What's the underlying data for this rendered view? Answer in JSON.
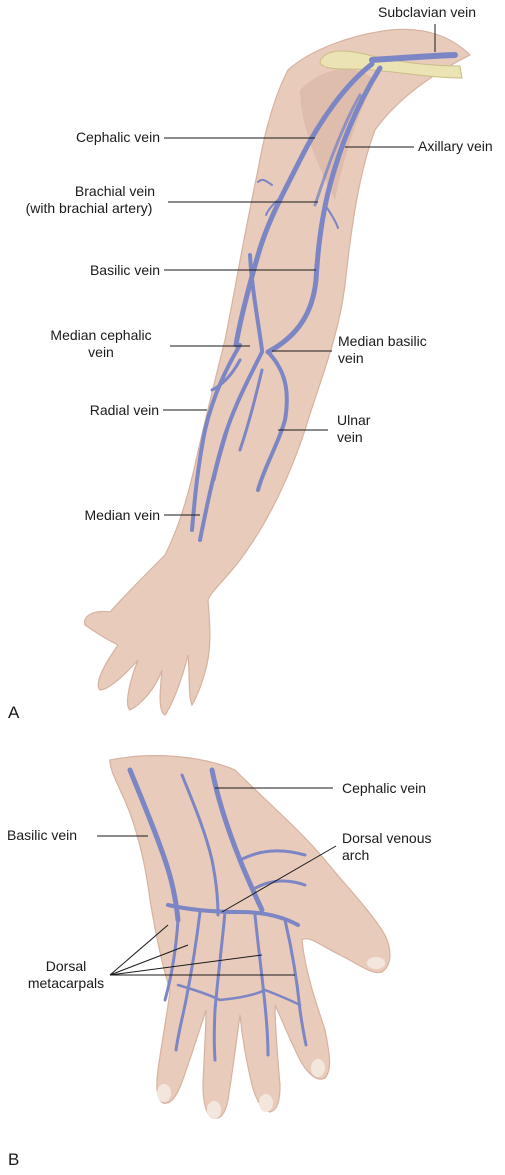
{
  "colors": {
    "skin": "#e8cbbb",
    "skin_shadow": "#d6b2a0",
    "vein": "#7c86c4",
    "vein_dark": "#5a63a8",
    "bone": "#ece3b4",
    "line": "#1a1a1a"
  },
  "panel_a": {
    "letter": "A",
    "labels": {
      "subclavian": "Subclavian vein",
      "cephalic": "Cephalic vein",
      "axillary": "Axillary vein",
      "brachial_1": "Brachial vein",
      "brachial_2": "(with brachial artery)",
      "basilic": "Basilic vein",
      "median_cephalic_1": "Median cephalic",
      "median_cephalic_2": "vein",
      "median_basilic_1": "Median basilic",
      "median_basilic_2": "vein",
      "radial": "Radial vein",
      "ulnar_1": "Ulnar",
      "ulnar_2": "vein",
      "median": "Median vein"
    }
  },
  "panel_b": {
    "letter": "B",
    "labels": {
      "cephalic": "Cephalic vein",
      "basilic": "Basilic vein",
      "dorsal_arch_1": "Dorsal venous",
      "dorsal_arch_2": "arch",
      "dorsal_meta_1": "Dorsal",
      "dorsal_meta_2": "metacarpals"
    }
  }
}
